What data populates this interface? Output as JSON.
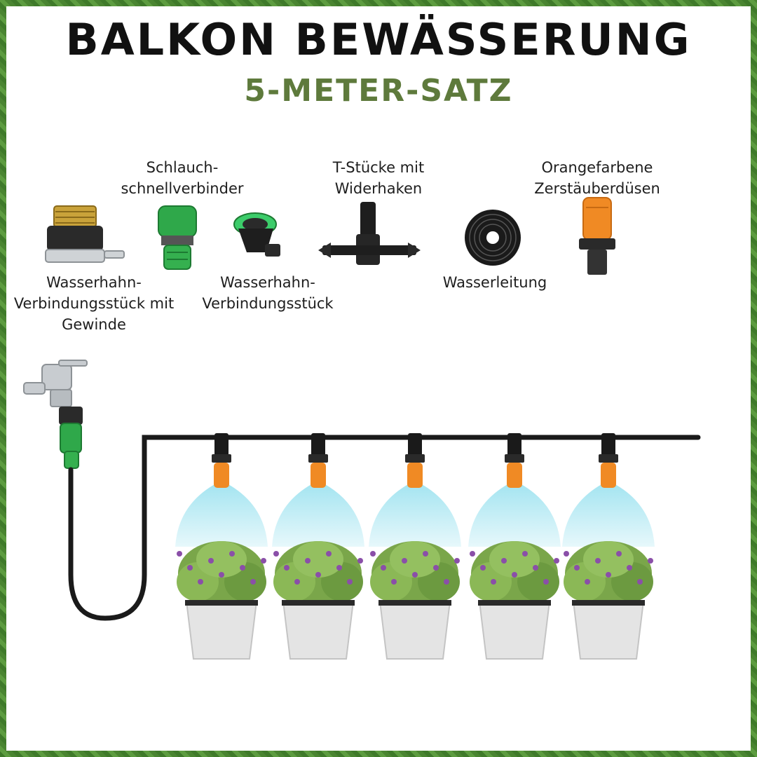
{
  "title": "BALKON BEWÄSSERUNG",
  "subtitle": "5-METER-SATZ",
  "parts": [
    {
      "lines": [
        "Wasserhahn-",
        "Verbindungsstück mit",
        "Gewinde"
      ],
      "icon": "threaded-faucet-adapter-icon"
    },
    {
      "lines": [
        "Schlauch-",
        "schnellverbinder"
      ],
      "icon": "hose-quick-connector-icon"
    },
    {
      "lines": [
        "Wasserhahn-",
        "Verbindungsstück"
      ],
      "icon": "faucet-connector-icon"
    },
    {
      "lines": [
        "T-Stücke mit",
        "Widerhaken"
      ],
      "icon": "barbed-tee-icon"
    },
    {
      "lines": [
        "Wasserleitung"
      ],
      "icon": "water-hose-coil-icon"
    },
    {
      "lines": [
        "Orangefarbene",
        "Zerstäuberdüsen"
      ],
      "icon": "orange-mist-nozzle-icon"
    }
  ],
  "colors": {
    "frame": "#4e8a34",
    "accent_green": "#5e7a3c",
    "connector_green": "#2fa84a",
    "nozzle_orange": "#f08a24",
    "mist_blue": "#9fe3f0",
    "pipe_black": "#1a1a1a"
  }
}
